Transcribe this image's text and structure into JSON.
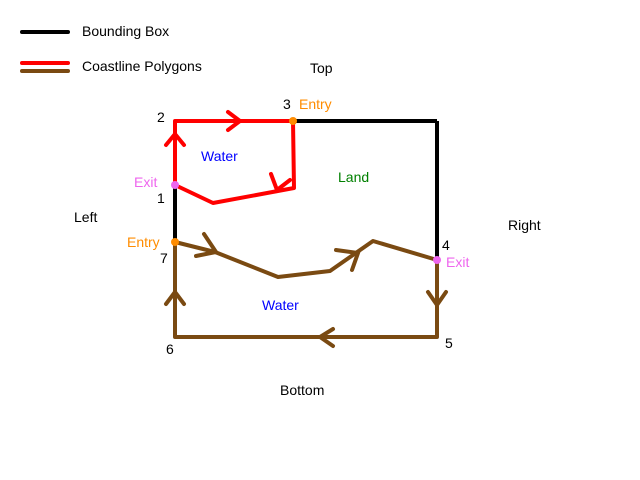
{
  "legend": {
    "items": [
      {
        "label": "Bounding Box",
        "color": "#000000"
      },
      {
        "label": "Coastline Polygons",
        "color": "#ff0000",
        "color2": "#7a4a12"
      }
    ]
  },
  "sides": {
    "top": "Top",
    "bottom": "Bottom",
    "left": "Left",
    "right": "Right"
  },
  "regions": {
    "water_upper": "Water",
    "water_lower": "Water",
    "land": "Land"
  },
  "points": {
    "p1": "1",
    "p2": "2",
    "p3": "3",
    "p4": "4",
    "p5": "5",
    "p6": "6",
    "p7": "7"
  },
  "markers": {
    "entry_top": "Entry",
    "exit_left": "Exit",
    "entry_left": "Entry",
    "exit_right": "Exit"
  },
  "colors": {
    "box": "#000000",
    "red_coast": "#ff0000",
    "brown_coast": "#7a4a12",
    "entry": "#ff8c00",
    "exit": "#ee66ee",
    "water": "#0000ff",
    "land": "#008000"
  }
}
